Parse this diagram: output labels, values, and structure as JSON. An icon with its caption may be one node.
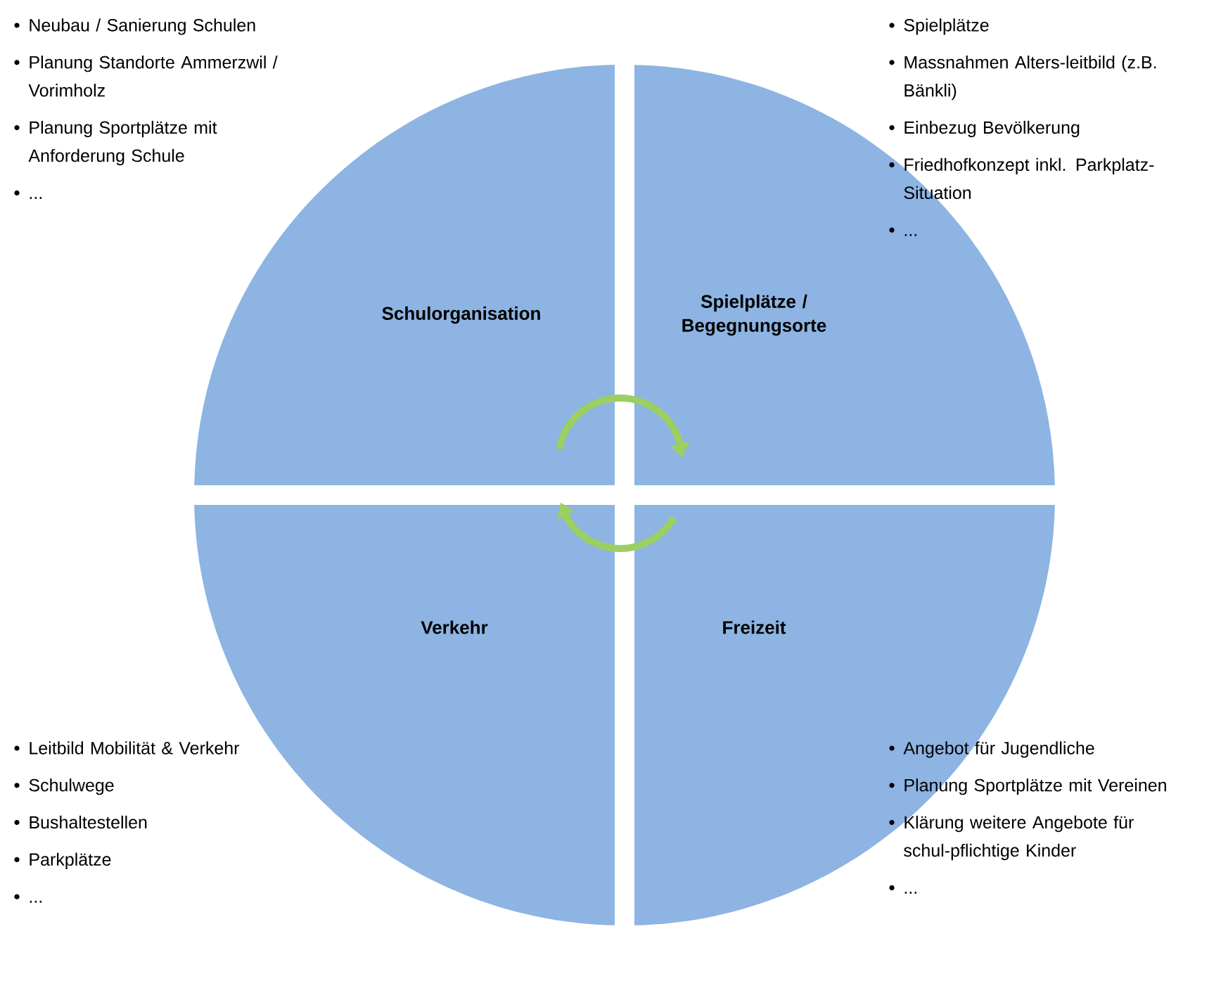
{
  "diagram": {
    "nodes": [
      {
        "text": [
          "Schulorganisation"
        ]
      },
      {
        "text": [
          "Spielplätze / Begegnungsorte"
        ]
      },
      {
        "text": [
          "Verkehr"
        ]
      },
      {
        "text": [
          "Freizeit"
        ]
      }
    ],
    "edges": [
      {
        "from": 0,
        "to": 1,
        "arrow": "to"
      },
      {
        "from": 3,
        "to": 2,
        "arrow": "to"
      }
    ],
    "labels": [
      "Neubau / Sanierung Schulen",
      "Planung Standorte Ammerzwil / Vorimholz",
      "Planung Sportplätze mit Anforderung Schule",
      "...",
      "Spielplätze",
      "Massnahmen Alters-leitbild (z.B. Bänkli)",
      "Einbezug Bevölkerung",
      "Friedhofkonzept inkl. Parkplatz-Situation",
      "...",
      "Leitbild Mobilität & Verkehr",
      "Schulwege",
      "Bushaltestellen",
      "Parkplätze",
      "...",
      "Angebot für Jugendliche",
      "Planung Sportplätze mit Vereinen",
      "Klärung weitere Angebote für schul-pflichtige Kinder",
      "..."
    ]
  }
}
